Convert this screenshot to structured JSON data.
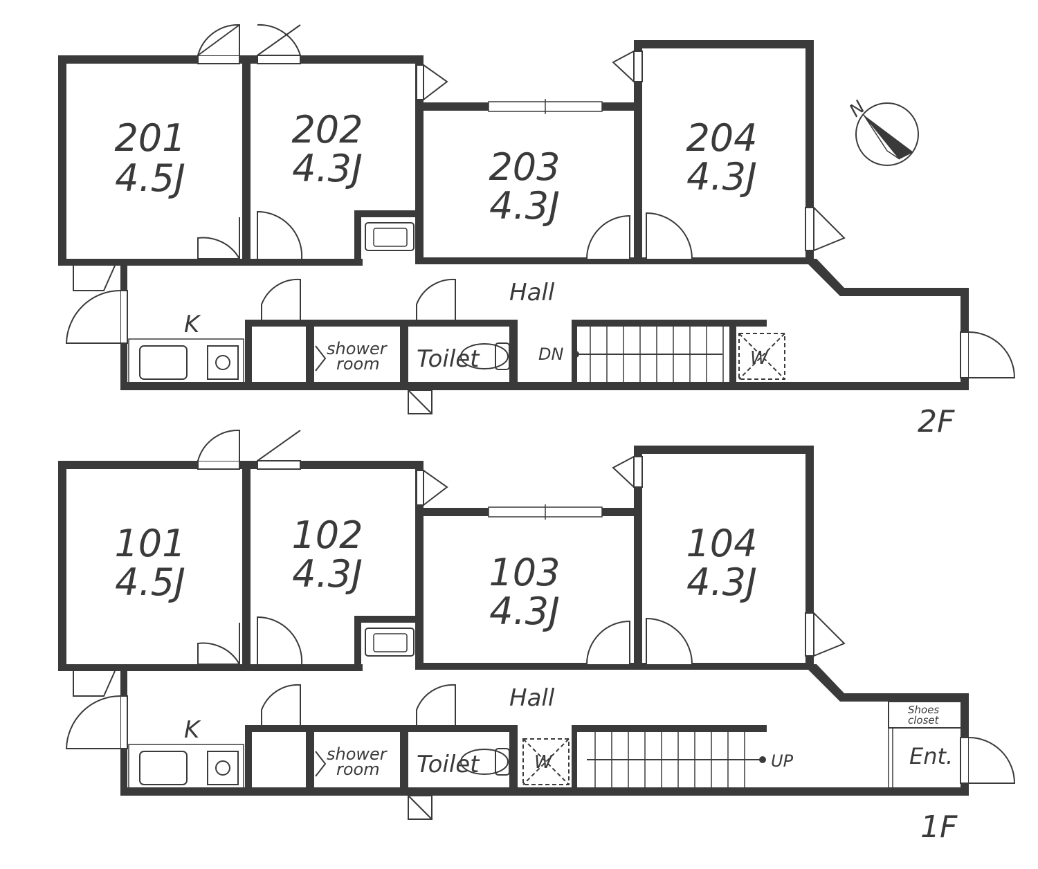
{
  "floor2": {
    "label": "2F",
    "rooms": [
      {
        "number": "201",
        "size": "4.5J"
      },
      {
        "number": "202",
        "size": "4.3J"
      },
      {
        "number": "203",
        "size": "4.3J"
      },
      {
        "number": "204",
        "size": "4.3J"
      }
    ],
    "hall": "Hall",
    "kitchen": "K",
    "shower": [
      "shower",
      "room"
    ],
    "toilet": "Toilet",
    "stairs": "DN",
    "washer": "W"
  },
  "floor1": {
    "label": "1F",
    "rooms": [
      {
        "number": "101",
        "size": "4.5J"
      },
      {
        "number": "102",
        "size": "4.3J"
      },
      {
        "number": "103",
        "size": "4.3J"
      },
      {
        "number": "104",
        "size": "4.3J"
      }
    ],
    "hall": "Hall",
    "kitchen": "K",
    "shower": [
      "shower",
      "room"
    ],
    "toilet": "Toilet",
    "stairs": "UP",
    "washer": "W",
    "shoes_closet": [
      "Shoes",
      "closet"
    ],
    "entrance": "Ent."
  },
  "compass": {
    "north": "N",
    "icon": "compass-icon"
  }
}
